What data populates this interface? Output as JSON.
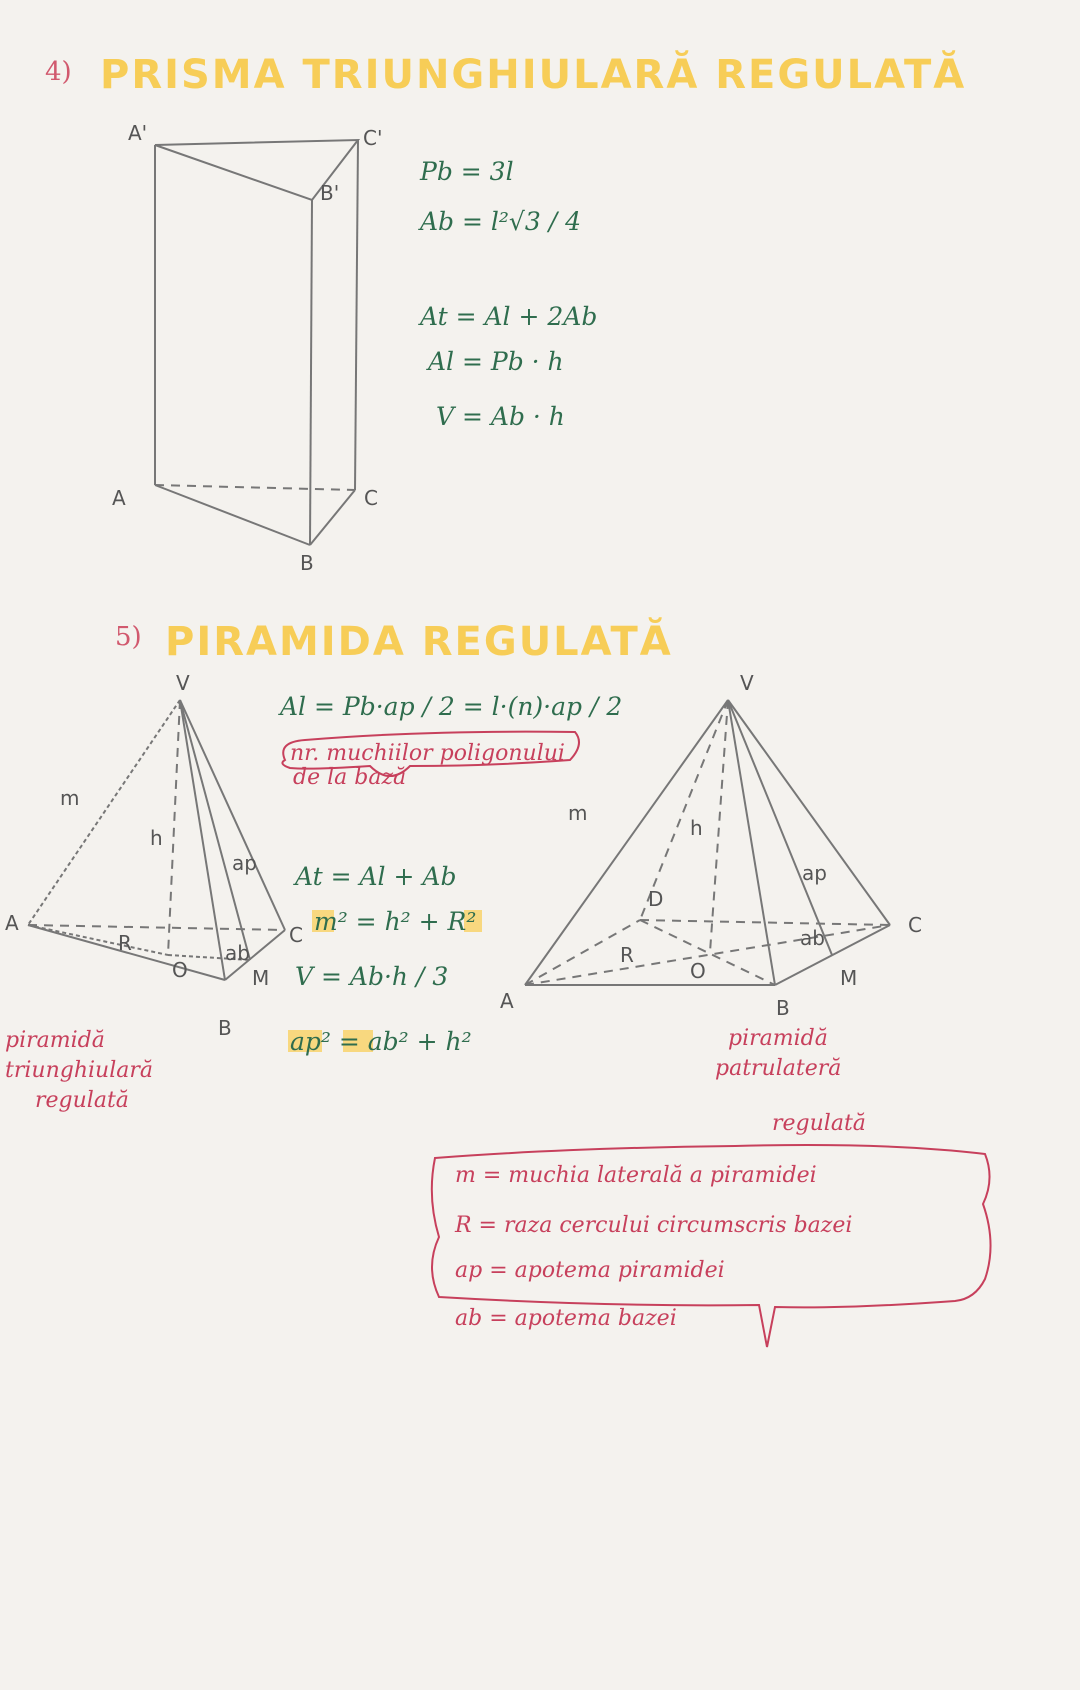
{
  "section4": {
    "number": "4)",
    "title": "PRISMA TRIUNGHIULARĂ REGULATĂ",
    "vertices": {
      "A_top": "A'",
      "B_top": "B'",
      "C_top": "C'",
      "A": "A",
      "B": "B",
      "C": "C"
    },
    "formulas": [
      "Pb = 3l",
      "Ab = l²√3 / 4",
      "At = Al + 2Ab",
      "Al = Pb · h",
      "V = Ab · h"
    ]
  },
  "section5": {
    "number": "5)",
    "title": "PIRAMIDA REGULATĂ",
    "formula_al": "Al = Pb·ap / 2 = l·(n)·ap / 2",
    "note_n": [
      "nr. muchiilor poligonului",
      "de la bază"
    ],
    "formulas": [
      "At = Al + Ab",
      "m² = h² + R²",
      "V = Ab·h / 3",
      "ap² = ab² + h²"
    ],
    "left_pyramid": {
      "vertices": {
        "V": "V",
        "A": "A",
        "B": "B",
        "C": "C",
        "O": "O",
        "M": "M"
      },
      "labels": {
        "m": "m",
        "h": "h",
        "ap": "ap",
        "R": "R",
        "ab": "ab"
      },
      "caption": [
        "piramidă",
        "triunghiulară",
        "regulată"
      ]
    },
    "right_pyramid": {
      "vertices": {
        "V": "V",
        "A": "A",
        "B": "B",
        "C": "C",
        "D": "D",
        "O": "O",
        "M": "M"
      },
      "labels": {
        "m": "m",
        "h": "h",
        "ap": "ap",
        "R": "R",
        "ab": "ab"
      },
      "caption": [
        "piramidă",
        "patrulateră",
        "regulată"
      ]
    },
    "legend": [
      "m = muchia laterală a piramidei",
      "R = raza cercului circumscris bazei",
      "ap = apotema piramidei",
      "ab = apotema bazei"
    ]
  },
  "colors": {
    "title": "#f7cd57",
    "formula": "#2f6d4e",
    "note": "#c7405c",
    "paper": "#f4f2ee"
  }
}
